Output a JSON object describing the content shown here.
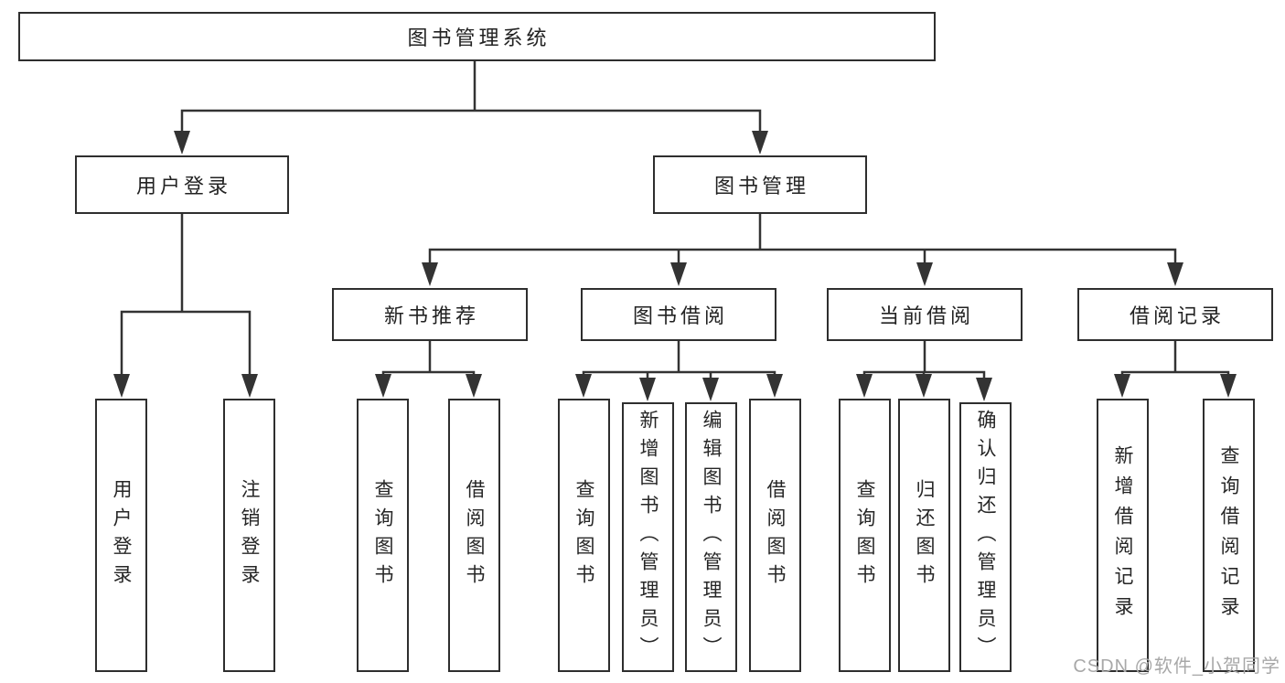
{
  "diagram": {
    "root": {
      "label": "图书管理系统"
    },
    "branches": [
      {
        "label": "用户登录",
        "children": [
          {
            "label": "用户登录"
          },
          {
            "label": "注销登录"
          }
        ]
      },
      {
        "label": "图书管理",
        "children": [
          {
            "label": "新书推荐",
            "children": [
              {
                "label": "查询图书"
              },
              {
                "label": "借阅图书"
              }
            ]
          },
          {
            "label": "图书借阅",
            "children": [
              {
                "label": "查询图书"
              },
              {
                "label": "新增图书（管理员）"
              },
              {
                "label": "编辑图书（管理员）"
              },
              {
                "label": "借阅图书"
              }
            ]
          },
          {
            "label": "当前借阅",
            "children": [
              {
                "label": "查询图书"
              },
              {
                "label": "归还图书"
              },
              {
                "label": "确认归还（管理员）"
              }
            ]
          },
          {
            "label": "借阅记录",
            "children": [
              {
                "label": "新增借阅记录"
              },
              {
                "label": "查询借阅记录"
              }
            ]
          }
        ]
      }
    ],
    "watermark": "CSDN @软件_小贺同学",
    "colors": {
      "line": "#333333",
      "box_border": "#2e2e2e",
      "text": "#262626",
      "watermark": "#a8a8a8",
      "background": "#ffffff"
    }
  }
}
